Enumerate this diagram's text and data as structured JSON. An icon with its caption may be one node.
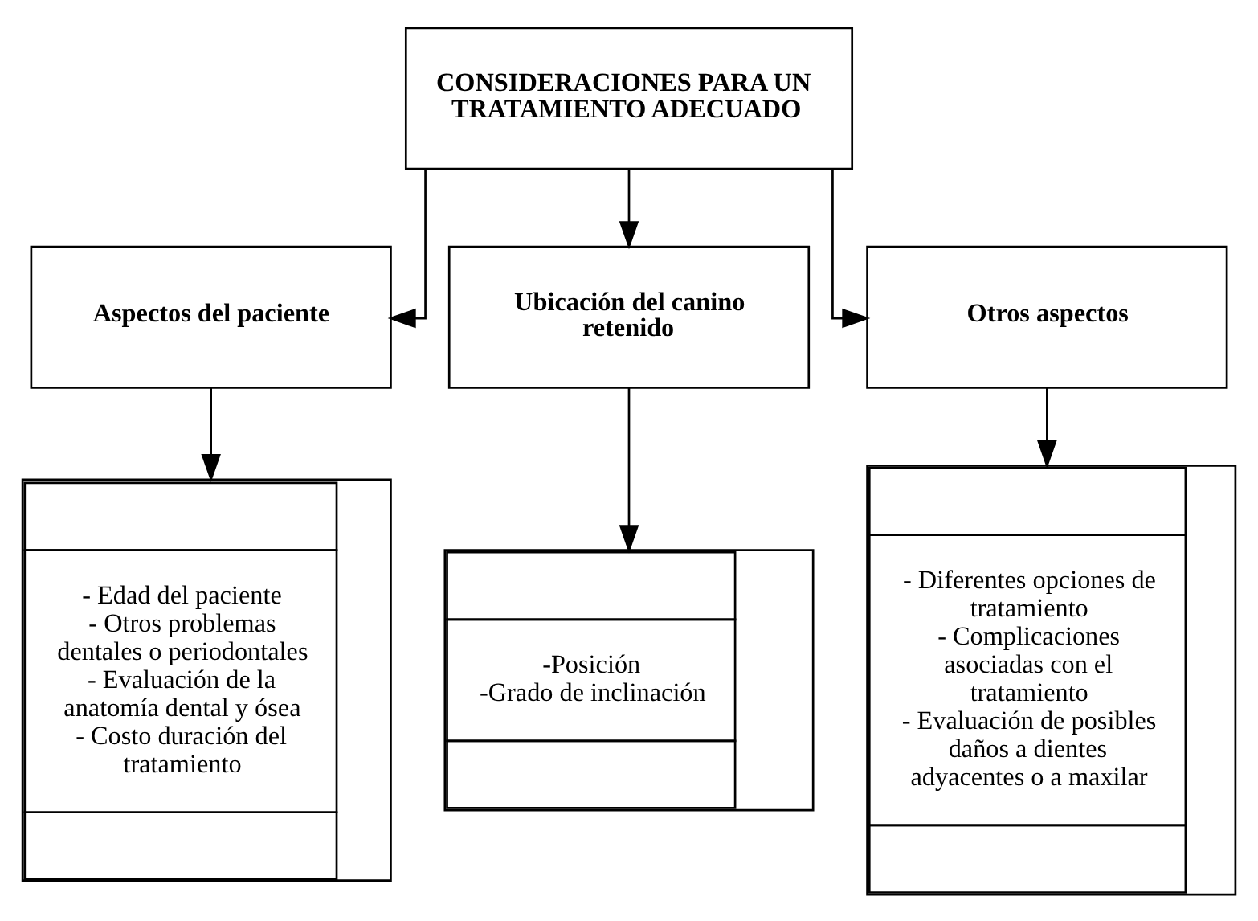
{
  "diagram": {
    "nodes": [
      {
        "text": [
          "CONSIDERACIONES PARA UN TRATAMIENTO ADECUADO"
        ]
      },
      {
        "text": [
          "Aspectos del paciente"
        ]
      },
      {
        "text": [
          "Ubicación del canino retenido"
        ]
      },
      {
        "text": [
          "Otros aspectos"
        ]
      },
      {
        "text": [
          "- Edad del paciente",
          "- Otros problemas dentales o periodontales",
          "- Evaluación de la anatomía dental y ósea",
          "- Costo duración del tratamiento"
        ]
      },
      {
        "text": [
          "-Posición",
          "-Grado de inclinación"
        ]
      },
      {
        "text": [
          "- Diferentes opciones de tratamiento",
          "- Complicaciones asociadas con el tratamiento",
          "- Evaluación de posibles daños a dientes adyacentes o a maxilar"
        ]
      }
    ],
    "edges": [
      {
        "from": 0,
        "to": 1,
        "arrow": "to"
      },
      {
        "from": 0,
        "to": 2,
        "arrow": "to"
      },
      {
        "from": 0,
        "to": 3,
        "arrow": "to"
      },
      {
        "from": 1,
        "to": 4,
        "arrow": "to"
      },
      {
        "from": 2,
        "to": 5,
        "arrow": "to"
      },
      {
        "from": 3,
        "to": 6,
        "arrow": "to"
      }
    ]
  }
}
